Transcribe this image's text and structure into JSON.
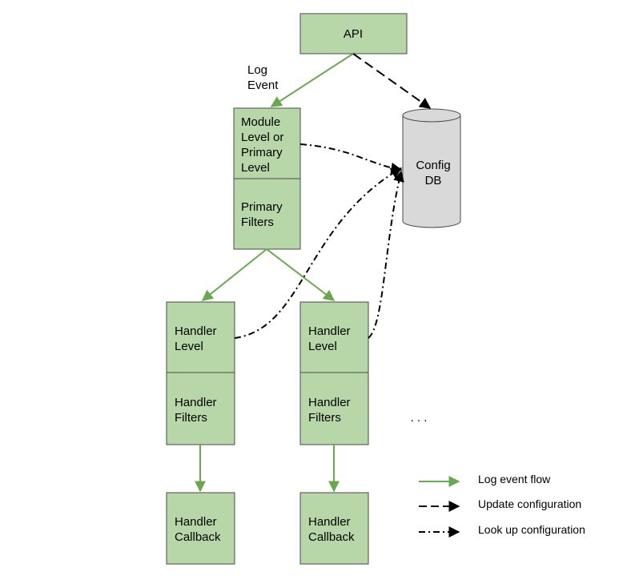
{
  "colors": {
    "box_fill": "#b7d7a8",
    "box_stroke": "#4a4a4a",
    "flow_arrow": "#6aa84f",
    "config_arrow": "#000000",
    "db_fill": "#d9d9d9"
  },
  "nodes": {
    "api": "API",
    "module_level": [
      "Module",
      "Level or",
      "Primary",
      "Level"
    ],
    "primary_filters": [
      "Primary",
      "Filters"
    ],
    "config_db": [
      "Config",
      "DB"
    ],
    "handler_level_1": [
      "Handler",
      "Level"
    ],
    "handler_filters_1": [
      "Handler",
      "Filters"
    ],
    "handler_callback_1": [
      "Handler",
      "Callback"
    ],
    "handler_level_2": [
      "Handler",
      "Level"
    ],
    "handler_filters_2": [
      "Handler",
      "Filters"
    ],
    "handler_callback_2": [
      "Handler",
      "Callback"
    ],
    "ellipsis": ". . ."
  },
  "edge_label": [
    "Log",
    "Event"
  ],
  "legend": {
    "flow": "Log event flow",
    "update": "Update configuration",
    "lookup": "Look up configuration"
  }
}
